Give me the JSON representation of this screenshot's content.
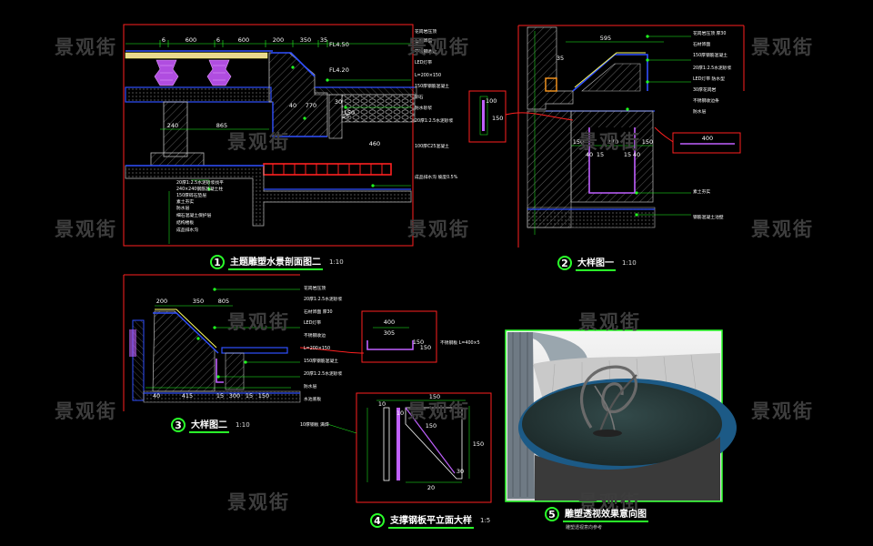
{
  "watermark": "景观街",
  "colors": {
    "background": "#000000",
    "frame": "#ff2020",
    "dimension": "#20ff20",
    "outline": "#3050ff",
    "accent_purple": "#c060ff",
    "concrete": "#9a9a9a",
    "text": "#ffffff"
  },
  "sheet1": {
    "number": "1",
    "title": "主题雕塑水景剖面图二",
    "scale": "1:10",
    "dims": {
      "top": [
        "6",
        "600",
        "6",
        "600",
        "200",
        "350",
        "35"
      ],
      "levels": [
        "FL4.50",
        "FL4.20"
      ],
      "mid": [
        "240",
        "865",
        "40",
        "770",
        "150",
        "30",
        "15",
        "460"
      ]
    },
    "notes_left": [
      "20厚1:2.5水泥砂浆找平",
      "240×240钢筋混凝土柱",
      "150厚碎石垫层",
      "素土夯实",
      "防水层",
      "细石混凝土保护层",
      "结构楼板",
      "成品排水沟"
    ],
    "notes_right": [
      "花岗岩压顶",
      "石材饰面",
      "不锈钢收边",
      "LED灯带",
      "L=200×150",
      "150厚钢筋混凝土",
      "卵石",
      "防水砂浆",
      "20厚1:2.5水泥砂浆",
      "100厚C25混凝土",
      "成品排水沟 坡度0.5%"
    ]
  },
  "sheet2": {
    "number": "2",
    "title": "大样图一",
    "scale": "1:10",
    "dims": {
      "top": [
        "595",
        "35"
      ],
      "bottom": [
        "150",
        "40",
        "15",
        "270",
        "15",
        "40",
        "150"
      ],
      "callout_left": [
        "100",
        "150"
      ],
      "callout_right": [
        "400"
      ]
    },
    "notes": [
      "花岗岩压顶 厚30",
      "石材饰面",
      "150厚钢筋混凝土",
      "20厚1:2.5水泥砂浆",
      "LED灯带 防水型",
      "30厚花岗岩",
      "不锈钢收边条",
      "防水层",
      "素土夯实",
      "钢筋混凝土池壁"
    ]
  },
  "sheet3": {
    "number": "3",
    "title": "大样图二",
    "scale": "1:10",
    "dims": {
      "top": [
        "200",
        "350",
        "805"
      ],
      "bottom": [
        "40",
        "415",
        "15",
        "300",
        "15",
        "150"
      ],
      "callout": [
        "400",
        "305",
        "150",
        "150"
      ]
    },
    "notes": [
      "花岗岩压顶",
      "20厚1:2.5水泥砂浆",
      "石材饰面 厚30",
      "LED灯带",
      "不锈钢收边",
      "L=200×150",
      "150厚钢筋混凝土",
      "20厚1:2.5水泥砂浆",
      "防水层",
      "水池底板"
    ],
    "callout_note": "不锈钢板 L=400×5"
  },
  "sheet4": {
    "number": "4",
    "title": "支撑钢板平立面大样",
    "scale": "1:5",
    "dims": [
      "10",
      "150",
      "10",
      "150",
      "150",
      "20",
      "30"
    ],
    "note": "10厚钢板 满焊"
  },
  "sheet5": {
    "number": "5",
    "title": "雕塑透视效果意向图",
    "subtitle": "雕塑透视意向参考"
  }
}
